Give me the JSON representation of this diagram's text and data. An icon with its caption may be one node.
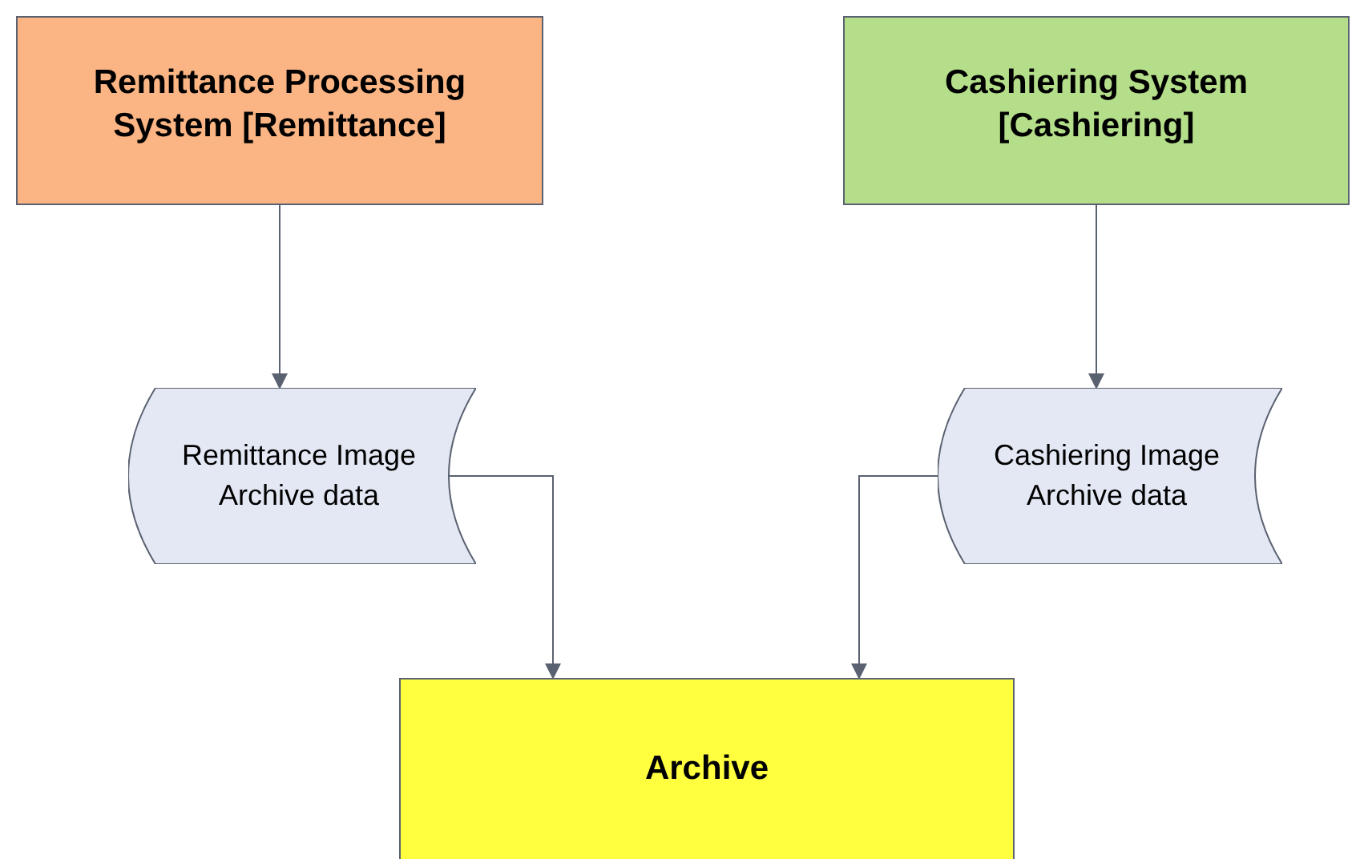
{
  "diagram": {
    "nodes": [
      {
        "text": [
          "Remittance Processing System [Remittance]"
        ]
      },
      {
        "text": [
          "Cashiering System [Cashiering]"
        ]
      },
      {
        "text": [
          "Remittance Image Archive data"
        ]
      },
      {
        "text": [
          "Cashiering Image Archive data"
        ]
      },
      {
        "text": [
          "Archive"
        ]
      }
    ],
    "edges": [
      {
        "from": 0,
        "to": 2,
        "arrow": "to"
      },
      {
        "from": 1,
        "to": 3,
        "arrow": "to"
      },
      {
        "from": 2,
        "to": 4,
        "arrow": "to"
      },
      {
        "from": 3,
        "to": 4,
        "arrow": "to"
      }
    ]
  }
}
